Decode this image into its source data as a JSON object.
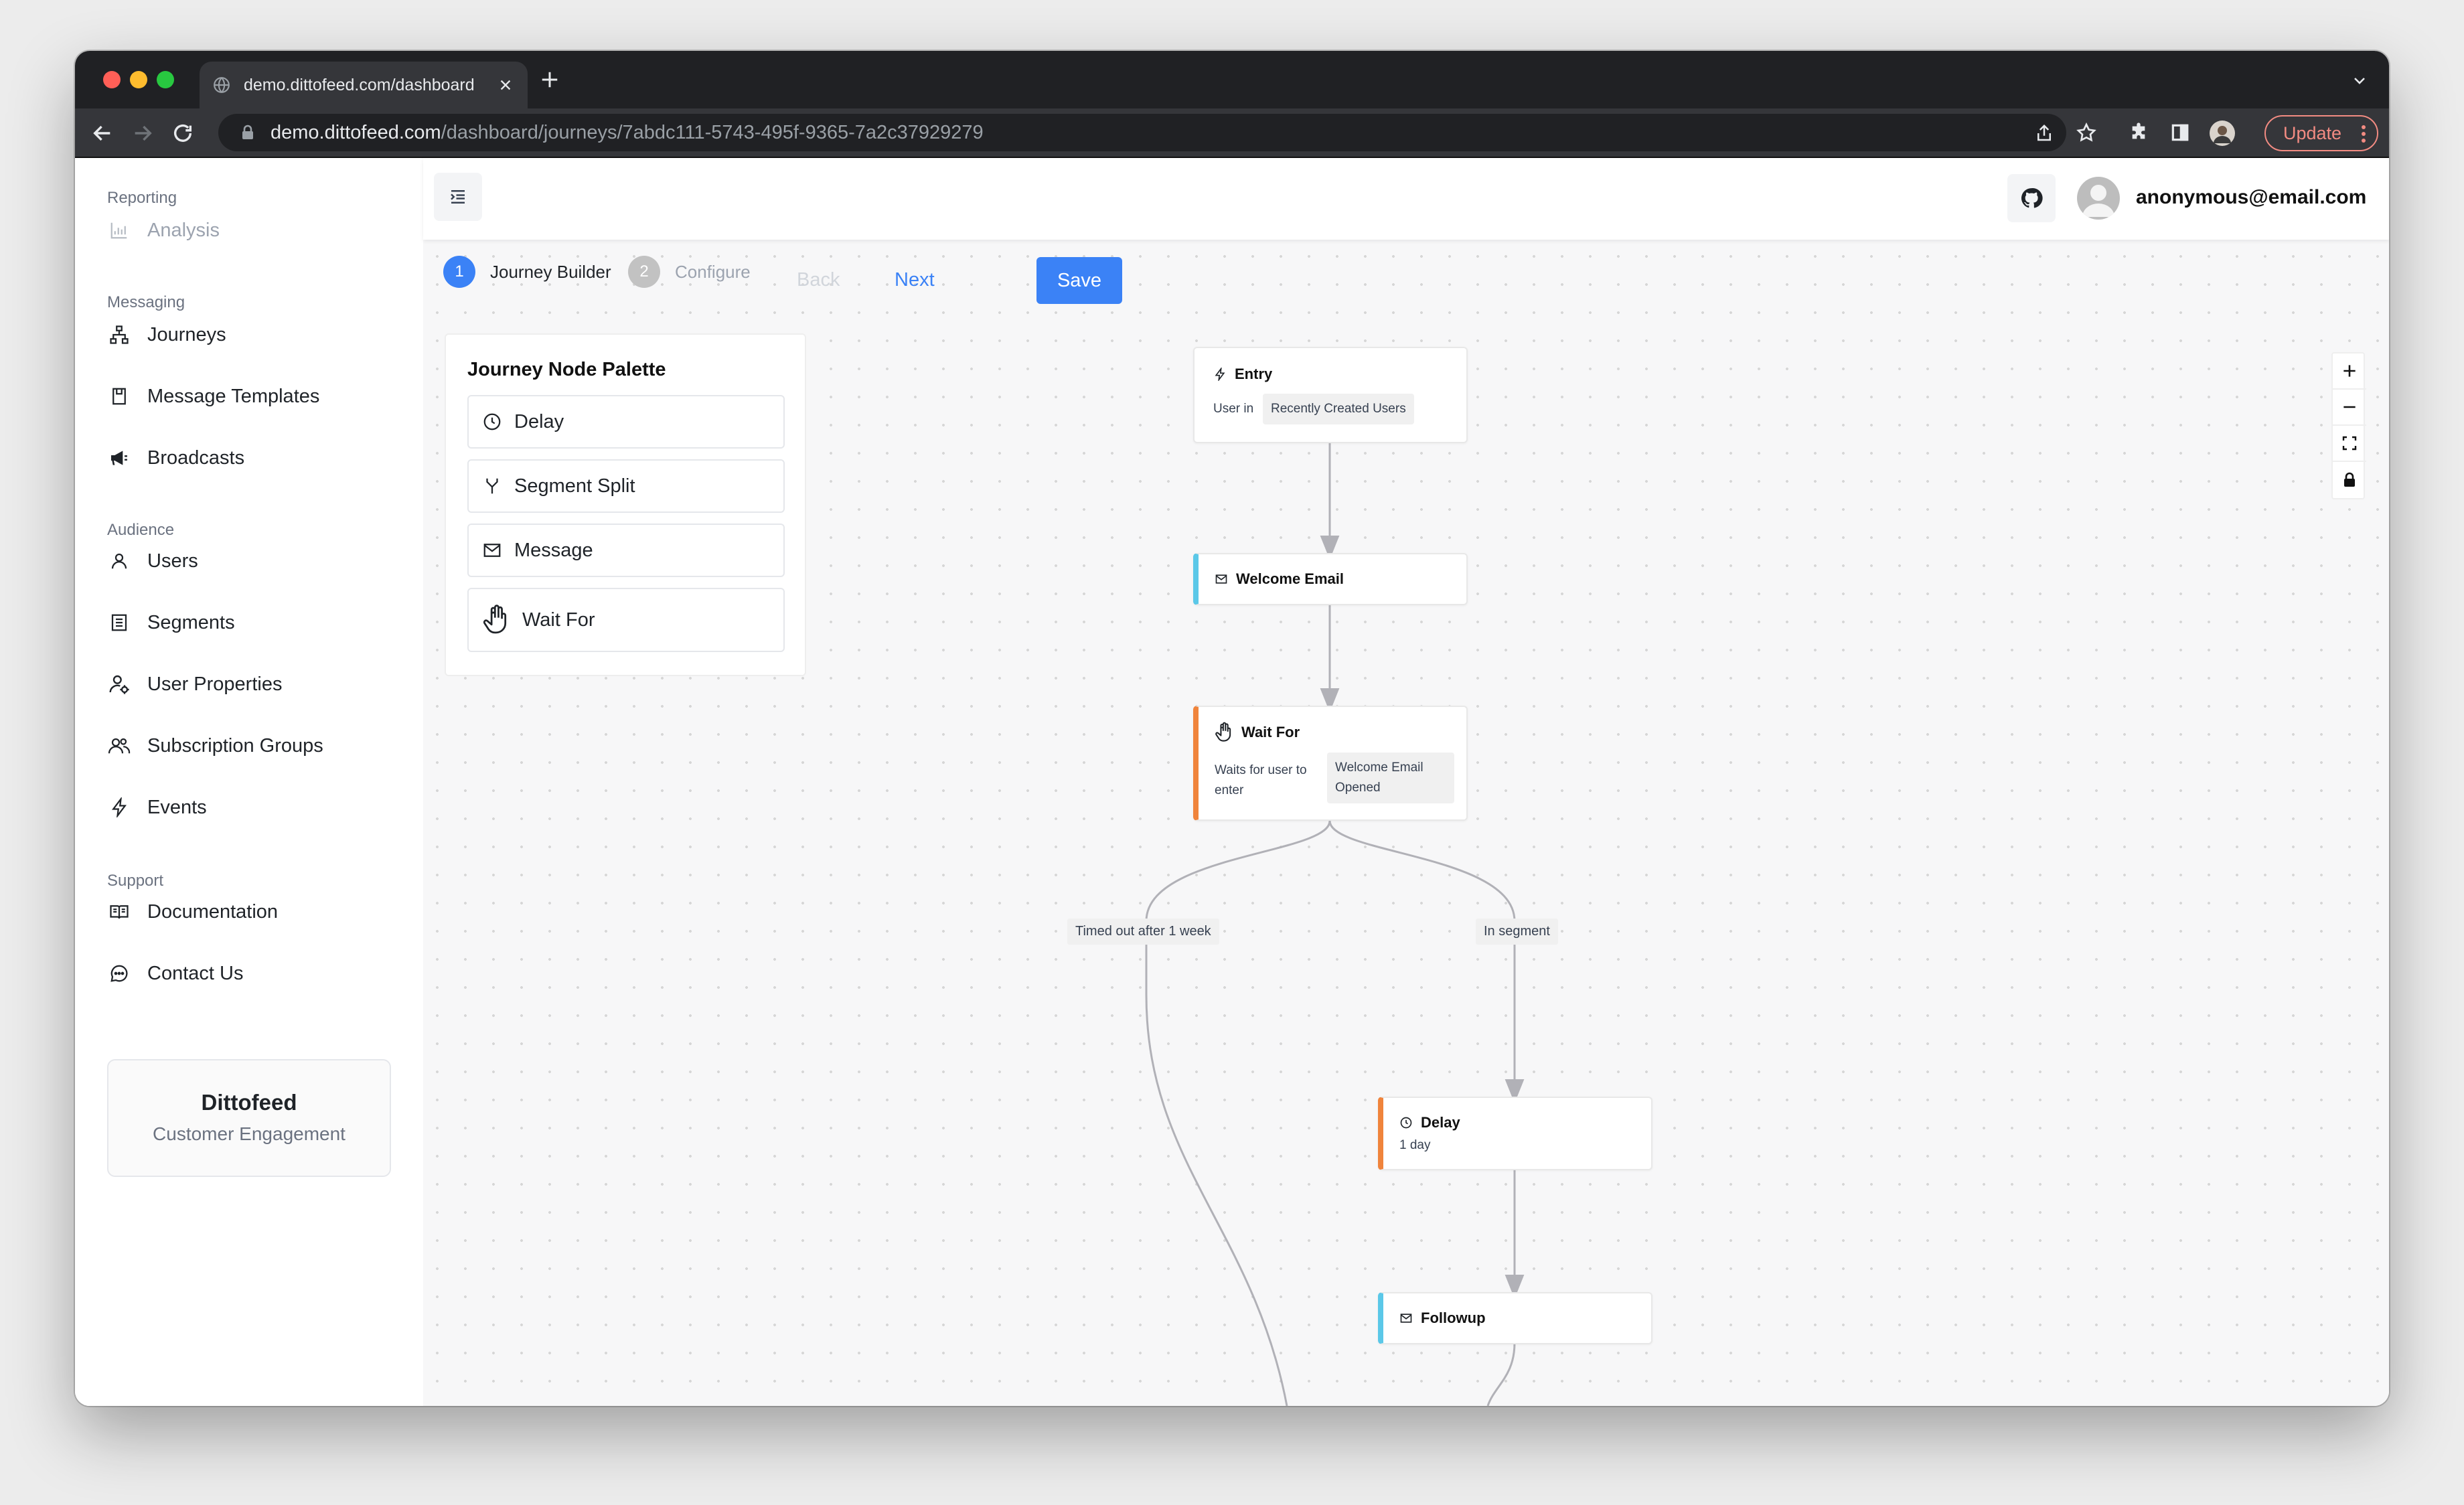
{
  "browser": {
    "tab_title": "demo.dittofeed.com/dashboard",
    "url_host": "demo.dittofeed.com",
    "url_path": "/dashboard/journeys/7abdc111-5743-495f-9365-7a2c37929279",
    "update_label": "Update"
  },
  "sidebar": {
    "sections": {
      "reporting": "Reporting",
      "messaging": "Messaging",
      "audience": "Audience",
      "support": "Support"
    },
    "items": {
      "analysis": "Analysis",
      "journeys": "Journeys",
      "message_templates": "Message Templates",
      "broadcasts": "Broadcasts",
      "users": "Users",
      "segments": "Segments",
      "user_properties": "User Properties",
      "subscription_groups": "Subscription Groups",
      "events": "Events",
      "documentation": "Documentation",
      "contact_us": "Contact Us"
    },
    "brand": {
      "name": "Dittofeed",
      "subtitle": "Customer Engagement"
    }
  },
  "header": {
    "user_email": "anonymous@email.com"
  },
  "stepper": {
    "step1_num": "1",
    "step1_label": "Journey Builder",
    "step2_num": "2",
    "step2_label": "Configure",
    "back_label": "Back",
    "next_label": "Next",
    "save_label": "Save"
  },
  "palette": {
    "title": "Journey Node Palette",
    "items": {
      "delay": "Delay",
      "segment_split": "Segment Split",
      "message": "Message",
      "wait_for": "Wait For"
    }
  },
  "journey": {
    "entry": {
      "title": "Entry",
      "prefix": "User in",
      "segment": "Recently Created Users"
    },
    "welcome_email": {
      "title": "Welcome Email"
    },
    "wait_for": {
      "title": "Wait For",
      "text": "Waits for user to enter",
      "segment": "Welcome Email Opened"
    },
    "edge_timeout": "Timed out after 1 week",
    "edge_in_segment": "In segment",
    "delay": {
      "title": "Delay",
      "duration": "1 day"
    },
    "followup": {
      "title": "Followup"
    }
  },
  "colors": {
    "primary": "#3b82f6",
    "message_accent": "#5bc8e8",
    "wait_accent": "#f0843c"
  }
}
